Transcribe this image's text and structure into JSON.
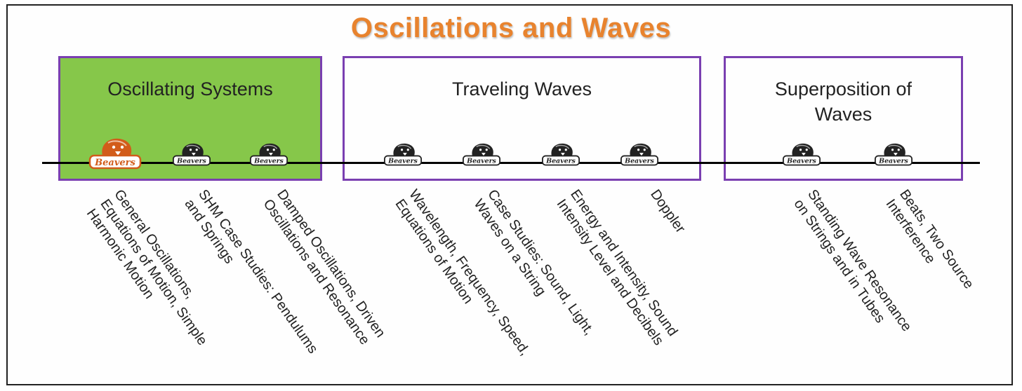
{
  "title": "Oscillations and Waves",
  "colors": {
    "title": "#e8832e",
    "section_border": "#7a3fb1",
    "active_fill": "#86c74a",
    "marker_active": "#d25c1a",
    "marker_inactive": "#222222"
  },
  "sections": [
    {
      "label": "Oscillating Systems",
      "active": true
    },
    {
      "label": "Traveling Waves",
      "active": false
    },
    {
      "label": "Superposition of Waves",
      "active": false
    }
  ],
  "marker_text": "Beavers",
  "topics": [
    {
      "lines": [
        "General Oscillations,",
        "Equations of Motion, Simple",
        "Harmonic Motion"
      ],
      "active": true
    },
    {
      "lines": [
        "SHM Case Studies:  Pendulums",
        "and Springs"
      ],
      "active": false
    },
    {
      "lines": [
        "Damped Oscillations, Driven",
        "Oscillations and Resonance"
      ],
      "active": false
    },
    {
      "lines": [
        "Wavelength, Frequency, Speed,",
        "Equations of Motion"
      ],
      "active": false
    },
    {
      "lines": [
        "Case Studies:  Sound, Light,",
        "Waves on a String"
      ],
      "active": false
    },
    {
      "lines": [
        "Energy and Intensity, Sound",
        "Intensity Level and Decibels"
      ],
      "active": false
    },
    {
      "lines": [
        "Doppler"
      ],
      "active": false
    },
    {
      "lines": [
        "Standing Wave Resonance",
        "on Strings and in Tubes"
      ],
      "active": false
    },
    {
      "lines": [
        "Beats, Two Source",
        "Interference"
      ],
      "active": false
    }
  ]
}
